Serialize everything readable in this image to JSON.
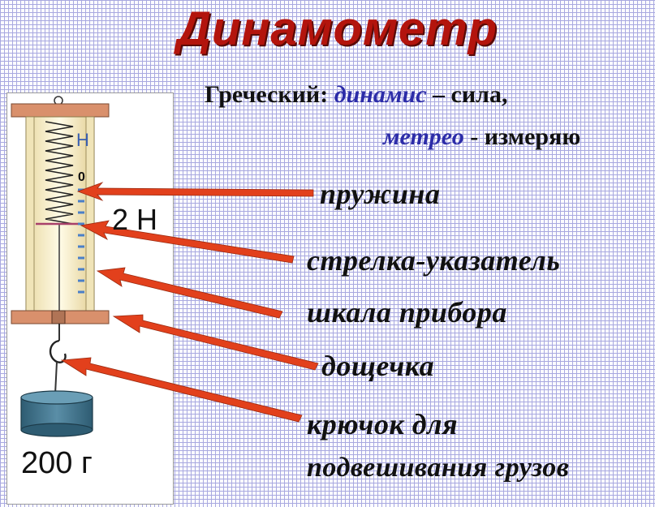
{
  "title": "Динамометр",
  "etymology": {
    "lang": "Греческий",
    "colon": ":",
    "word1": "динамис",
    "dash1": "–",
    "meaning1": "сила,",
    "word2": "метрео",
    "dash2": "-",
    "meaning2": "измеряю"
  },
  "device": {
    "scale_unit": "Н",
    "zero_mark": "0",
    "reading": "2 Н",
    "weight": "200 г"
  },
  "labels": {
    "spring": "пружина",
    "pointer": "стрелка-указатель",
    "scale": "шкала прибора",
    "board": "дощечка",
    "hook_line1": "крючок для",
    "hook_line2": "подвешивания грузов"
  },
  "colors": {
    "title": "#b3140d",
    "greek_words": "#2c2ca8",
    "arrows": "#e2401c",
    "board": "#d9906c",
    "scale_marks": "#4a7fc8",
    "weight": "#3b6e86"
  }
}
